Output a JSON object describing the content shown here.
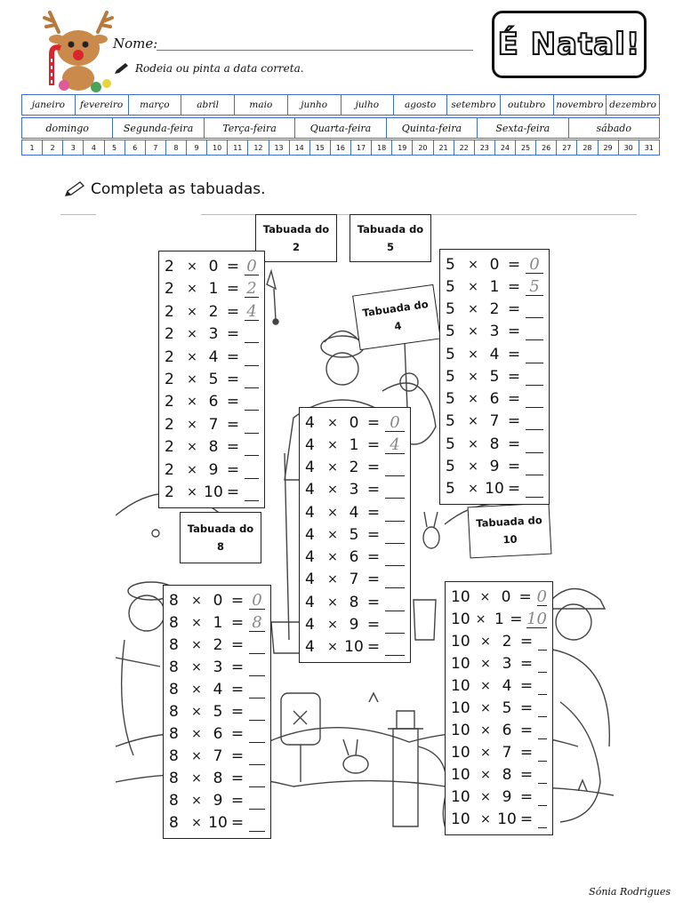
{
  "header": {
    "name_label": "Nome:",
    "instruction": "Rodeia ou pinta a data correta.",
    "title": "É Natal!"
  },
  "months": [
    "janeiro",
    "fevereiro",
    "março",
    "abril",
    "maio",
    "junho",
    "julho",
    "agosto",
    "setembro",
    "outubro",
    "novembro",
    "dezembro"
  ],
  "weekdays": [
    "domingo",
    "Segunda-feira",
    "Terça-feira",
    "Quarta-feira",
    "Quinta-feira",
    "Sexta-feira",
    "sábado"
  ],
  "days": [
    "1",
    "2",
    "3",
    "4",
    "5",
    "6",
    "7",
    "8",
    "9",
    "10",
    "11",
    "12",
    "13",
    "14",
    "15",
    "16",
    "17",
    "18",
    "19",
    "20",
    "21",
    "22",
    "23",
    "24",
    "25",
    "26",
    "27",
    "28",
    "29",
    "30",
    "31"
  ],
  "section": {
    "instruction": "Completa as tabuadas."
  },
  "labels": {
    "t2": [
      "Tabuada do",
      "2"
    ],
    "t5": [
      "Tabuada do",
      "5"
    ],
    "t4": [
      "Tabuada do",
      "4"
    ],
    "t8": [
      "Tabuada do",
      "8"
    ],
    "t10": [
      "Tabuada do",
      "10"
    ]
  },
  "tables": {
    "t2": {
      "rows": [
        {
          "a": "2",
          "x": "×",
          "b": "0",
          "eq": "=",
          "ans": "0"
        },
        {
          "a": "2",
          "x": "×",
          "b": "1",
          "eq": "=",
          "ans": "2"
        },
        {
          "a": "2",
          "x": "×",
          "b": "2",
          "eq": "=",
          "ans": "4"
        },
        {
          "a": "2",
          "x": "×",
          "b": "3",
          "eq": "=",
          "ans": ""
        },
        {
          "a": "2",
          "x": "×",
          "b": "4",
          "eq": "=",
          "ans": ""
        },
        {
          "a": "2",
          "x": "×",
          "b": "5",
          "eq": "=",
          "ans": ""
        },
        {
          "a": "2",
          "x": "×",
          "b": "6",
          "eq": "=",
          "ans": ""
        },
        {
          "a": "2",
          "x": "×",
          "b": "7",
          "eq": "=",
          "ans": ""
        },
        {
          "a": "2",
          "x": "×",
          "b": "8",
          "eq": "=",
          "ans": ""
        },
        {
          "a": "2",
          "x": "×",
          "b": "9",
          "eq": "=",
          "ans": ""
        },
        {
          "a": "2",
          "x": "×",
          "b": "10",
          "eq": "=",
          "ans": ""
        }
      ]
    },
    "t5": {
      "rows": [
        {
          "a": "5",
          "x": "×",
          "b": "0",
          "eq": "=",
          "ans": "0"
        },
        {
          "a": "5",
          "x": "×",
          "b": "1",
          "eq": "=",
          "ans": "5"
        },
        {
          "a": "5",
          "x": "×",
          "b": "2",
          "eq": "=",
          "ans": ""
        },
        {
          "a": "5",
          "x": "×",
          "b": "3",
          "eq": "=",
          "ans": ""
        },
        {
          "a": "5",
          "x": "×",
          "b": "4",
          "eq": "=",
          "ans": ""
        },
        {
          "a": "5",
          "x": "×",
          "b": "5",
          "eq": "=",
          "ans": ""
        },
        {
          "a": "5",
          "x": "×",
          "b": "6",
          "eq": "=",
          "ans": ""
        },
        {
          "a": "5",
          "x": "×",
          "b": "7",
          "eq": "=",
          "ans": ""
        },
        {
          "a": "5",
          "x": "×",
          "b": "8",
          "eq": "=",
          "ans": ""
        },
        {
          "a": "5",
          "x": "×",
          "b": "9",
          "eq": "=",
          "ans": ""
        },
        {
          "a": "5",
          "x": "×",
          "b": "10",
          "eq": "=",
          "ans": ""
        }
      ]
    },
    "t4": {
      "rows": [
        {
          "a": "4",
          "x": "×",
          "b": "0",
          "eq": "=",
          "ans": "0"
        },
        {
          "a": "4",
          "x": "×",
          "b": "1",
          "eq": "=",
          "ans": "4"
        },
        {
          "a": "4",
          "x": "×",
          "b": "2",
          "eq": "=",
          "ans": ""
        },
        {
          "a": "4",
          "x": "×",
          "b": "3",
          "eq": "=",
          "ans": ""
        },
        {
          "a": "4",
          "x": "×",
          "b": "4",
          "eq": "=",
          "ans": ""
        },
        {
          "a": "4",
          "x": "×",
          "b": "5",
          "eq": "=",
          "ans": ""
        },
        {
          "a": "4",
          "x": "×",
          "b": "6",
          "eq": "=",
          "ans": ""
        },
        {
          "a": "4",
          "x": "×",
          "b": "7",
          "eq": "=",
          "ans": ""
        },
        {
          "a": "4",
          "x": "×",
          "b": "8",
          "eq": "=",
          "ans": ""
        },
        {
          "a": "4",
          "x": "×",
          "b": "9",
          "eq": "=",
          "ans": ""
        },
        {
          "a": "4",
          "x": "×",
          "b": "10",
          "eq": "=",
          "ans": ""
        }
      ]
    },
    "t8": {
      "rows": [
        {
          "a": "8",
          "x": "×",
          "b": "0",
          "eq": "=",
          "ans": "0"
        },
        {
          "a": "8",
          "x": "×",
          "b": "1",
          "eq": "=",
          "ans": "8"
        },
        {
          "a": "8",
          "x": "×",
          "b": "2",
          "eq": "=",
          "ans": ""
        },
        {
          "a": "8",
          "x": "×",
          "b": "3",
          "eq": "=",
          "ans": ""
        },
        {
          "a": "8",
          "x": "×",
          "b": "4",
          "eq": "=",
          "ans": ""
        },
        {
          "a": "8",
          "x": "×",
          "b": "5",
          "eq": "=",
          "ans": ""
        },
        {
          "a": "8",
          "x": "×",
          "b": "6",
          "eq": "=",
          "ans": ""
        },
        {
          "a": "8",
          "x": "×",
          "b": "7",
          "eq": "=",
          "ans": ""
        },
        {
          "a": "8",
          "x": "×",
          "b": "8",
          "eq": "=",
          "ans": ""
        },
        {
          "a": "8",
          "x": "×",
          "b": "9",
          "eq": "=",
          "ans": ""
        },
        {
          "a": "8",
          "x": "×",
          "b": "10",
          "eq": "=",
          "ans": ""
        }
      ]
    },
    "t10": {
      "rows": [
        {
          "a": "10",
          "x": "×",
          "b": "0",
          "eq": "=",
          "ans": "0"
        },
        {
          "a": "10",
          "x": "×",
          "b": "1",
          "eq": "=",
          "ans": "10"
        },
        {
          "a": "10",
          "x": "×",
          "b": "2",
          "eq": "=",
          "ans": ""
        },
        {
          "a": "10",
          "x": "×",
          "b": "3",
          "eq": "=",
          "ans": ""
        },
        {
          "a": "10",
          "x": "×",
          "b": "4",
          "eq": "=",
          "ans": ""
        },
        {
          "a": "10",
          "x": "×",
          "b": "5",
          "eq": "=",
          "ans": ""
        },
        {
          "a": "10",
          "x": "×",
          "b": "6",
          "eq": "=",
          "ans": ""
        },
        {
          "a": "10",
          "x": "×",
          "b": "7",
          "eq": "=",
          "ans": ""
        },
        {
          "a": "10",
          "x": "×",
          "b": "8",
          "eq": "=",
          "ans": ""
        },
        {
          "a": "10",
          "x": "×",
          "b": "9",
          "eq": "=",
          "ans": ""
        },
        {
          "a": "10",
          "x": "×",
          "b": "10",
          "eq": "=",
          "ans": ""
        }
      ]
    }
  },
  "footer": {
    "signature": "Sónia Rodrigues"
  },
  "colors": {
    "grid_border": "#3f6fcc",
    "prefilled_answer": "#888888"
  }
}
